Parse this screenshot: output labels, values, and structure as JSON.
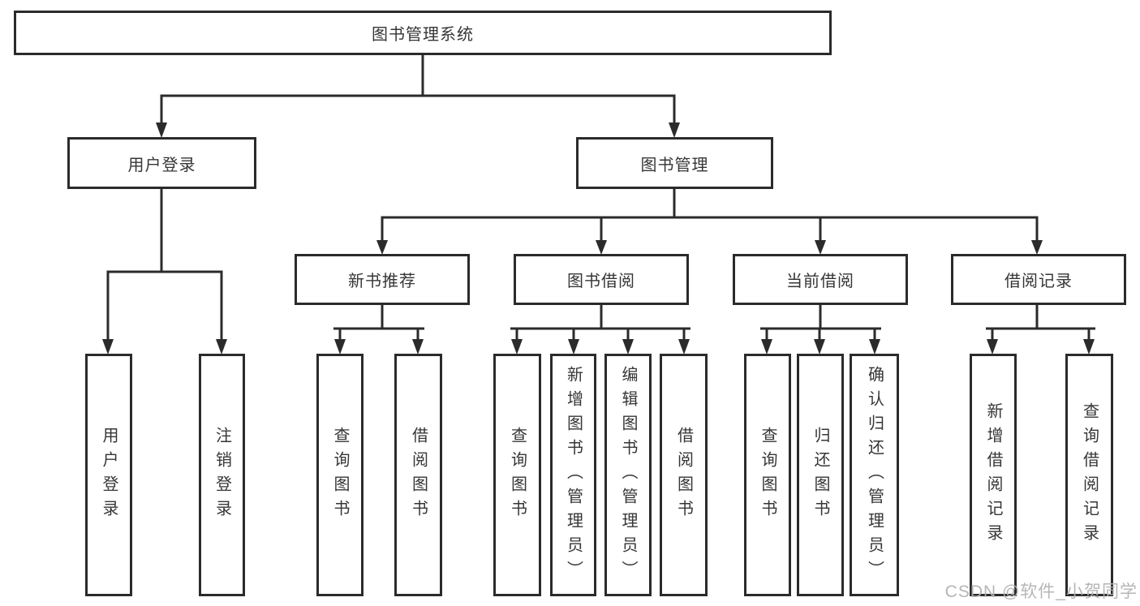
{
  "diagram": {
    "root": {
      "label": "图书管理系统"
    },
    "level1": [
      {
        "label": "用户登录",
        "children": [
          "用户登录",
          "注销登录"
        ]
      },
      {
        "label": "图书管理",
        "children": [
          {
            "label": "新书推荐",
            "children": [
              "查询图书",
              "借阅图书"
            ]
          },
          {
            "label": "图书借阅",
            "children": [
              "查询图书",
              "新增图书（管理员）",
              "编辑图书（管理员）",
              "借阅图书"
            ]
          },
          {
            "label": "当前借阅",
            "children": [
              "查询图书",
              "归还图书",
              "确认归还（管理员）"
            ]
          },
          {
            "label": "借阅记录",
            "children": [
              "新增借阅记录",
              "查询借阅记录"
            ]
          }
        ]
      }
    ]
  },
  "watermark": "CSDN @软件_小贺同学",
  "colors": {
    "line": "#2b2b2b",
    "text": "#363636",
    "watermark": "#b2b2b2",
    "background": "#ffffff"
  }
}
